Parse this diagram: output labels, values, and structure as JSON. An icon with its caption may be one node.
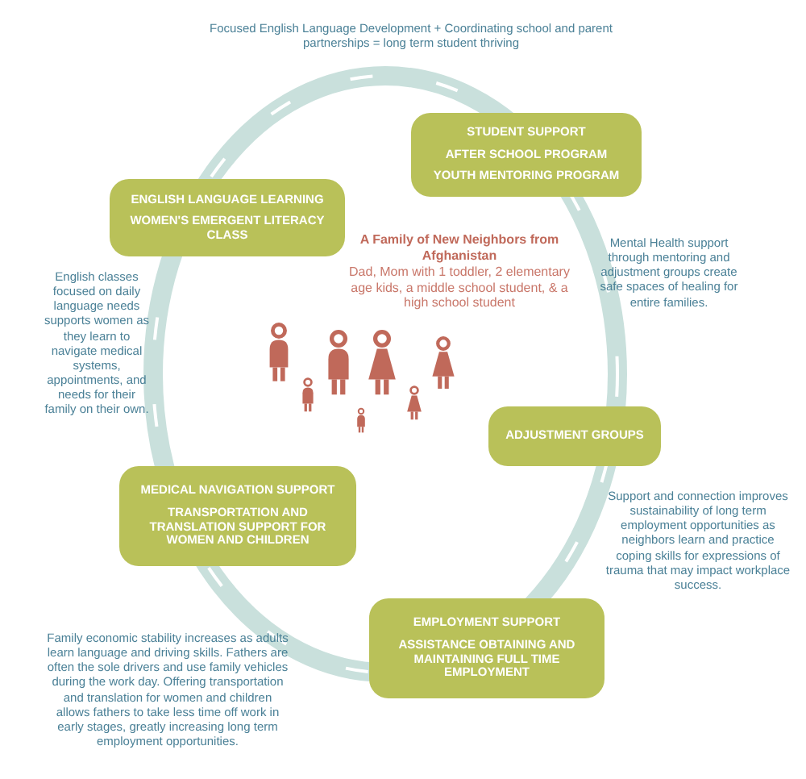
{
  "diagram": {
    "nodes": [
      {
        "text": [
          "STUDENT SUPPORT",
          "AFTER SCHOOL PROGRAM",
          "YOUTH MENTORING PROGRAM"
        ]
      },
      {
        "text": [
          "ENGLISH LANGUAGE LEARNING",
          "WOMEN'S EMERGENT LITERACY CLASS"
        ]
      },
      {
        "text": [
          "ADJUSTMENT GROUPS"
        ]
      },
      {
        "text": [
          "MEDICAL NAVIGATION SUPPORT",
          "TRANSPORTATION AND TRANSLATION SUPPORT FOR WOMEN AND CHILDREN"
        ]
      },
      {
        "text": [
          "EMPLOYMENT SUPPORT",
          "ASSISTANCE OBTAINING AND MAINTAINING FULL TIME EMPLOYMENT"
        ]
      }
    ],
    "labels": [
      "Focused English Language Development + Coordinating school and parent partnerships = long term student thriving",
      "A Family of New Neighbors from Afghanistan",
      "Dad, Mom with 1 toddler, 2 elementary age kids, a middle school student, & a high school student",
      "English classes focused on daily language needs supports women as they learn to navigate medical systems, appointments, and needs for their family on their own.",
      "Mental Health support through mentoring and adjustment groups create safe spaces of healing for entire families.",
      "Support and connection improves sustainability of long term employment opportunities as neighbors learn and practice coping skills for expressions of trauma that may impact workplace success.",
      "Family economic stability increases as adults learn language and driving skills. Fathers are often the sole drivers and use family vehicles during the work day. Offering transportation and translation for women and children allows fathers to take less time off work in early stages, greatly increasing long term employment opportunities."
    ]
  }
}
